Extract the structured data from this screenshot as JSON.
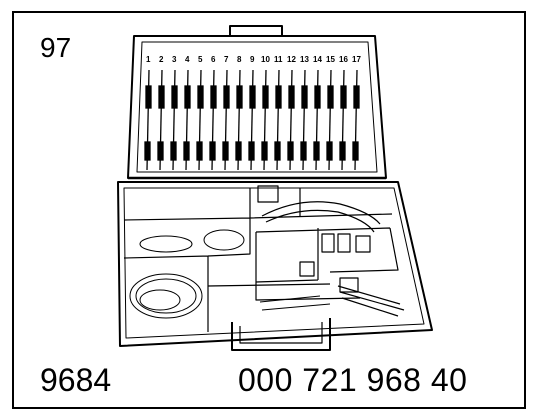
{
  "figure_number": "97",
  "part_code_left": "9684",
  "part_code_right": "000 721 968 40",
  "slot_numbers": [
    "1",
    "2",
    "3",
    "4",
    "5",
    "6",
    "7",
    "8",
    "9",
    "10",
    "11",
    "12",
    "13",
    "14",
    "15",
    "16",
    "17"
  ],
  "colors": {
    "ink": "#000000",
    "paper": "#ffffff"
  }
}
